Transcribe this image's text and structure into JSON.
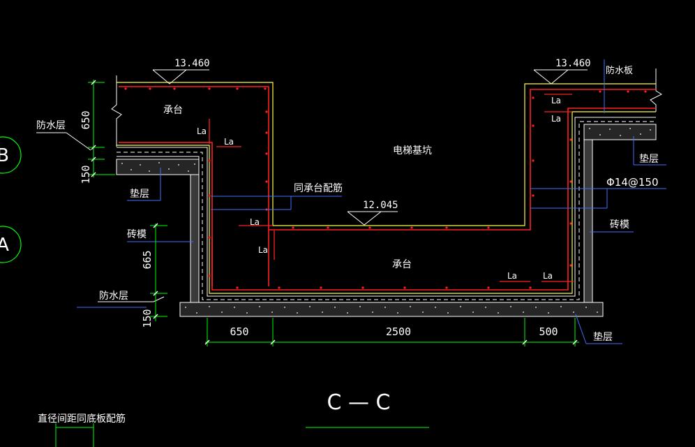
{
  "colors": {
    "background": "#000000",
    "outline": "#ffffff",
    "rebar": "#ff2020",
    "concrete_edge": "#ffff40",
    "dimension": "#00ff00",
    "leader": "#3f6fff",
    "axis_bubble": "#00ff00"
  },
  "drawing": {
    "elevation_top_left": "13.460",
    "elevation_top_right": "13.460",
    "elevation_bottom": "12.045",
    "cap_label_top": "承台",
    "cap_label_bottom": "承台",
    "pit_label": "电梯基坑",
    "section_title": "C — C",
    "note_bottom_left": "直径间距同底板配筋"
  },
  "labels": {
    "la_1": "La",
    "la_2": "La",
    "la_3": "La",
    "la_4": "La",
    "la_5": "La",
    "la_6": "La",
    "la_7": "La",
    "la_8": "La",
    "waterproof_top_left": "防水层",
    "waterproof_bottom_left": "防水层",
    "waterproof_board_right": "防水板",
    "cushion_left": "垫层",
    "cushion_right": "垫层",
    "cushion_bottom": "垫层",
    "brick_form_left": "砖模",
    "brick_form_right": "砖模",
    "same_as_cap": "同承台配筋",
    "rebar_spec": "Φ14@150"
  },
  "dimensions": {
    "left_top": "650",
    "left_top_small": "150",
    "left_mid": "665",
    "left_bottom_small": "150",
    "bottom_1": "650",
    "bottom_2": "2500",
    "bottom_3": "500"
  },
  "axes": {
    "axis_b": "B",
    "axis_a": "A"
  }
}
